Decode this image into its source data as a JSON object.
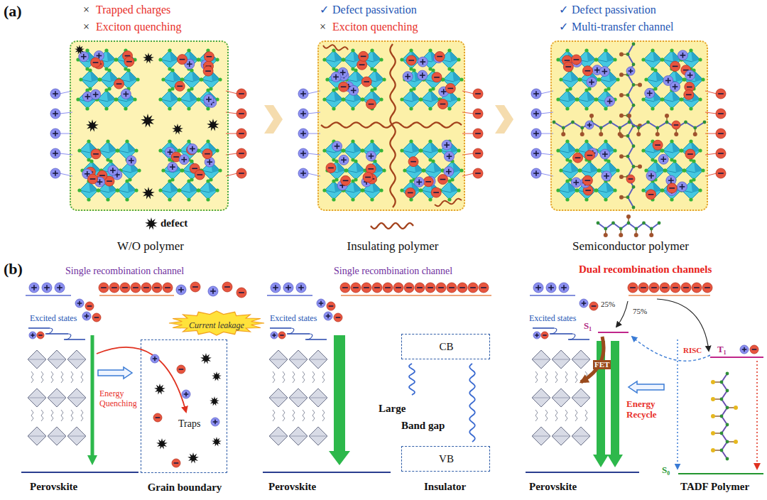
{
  "diagram": {
    "nodes": [
      {
        "text": [
          "W/O polymer"
        ]
      },
      {
        "text": [
          "Insulating polymer"
        ]
      },
      {
        "text": [
          "Semiconductor polymer"
        ]
      },
      {
        "text": [
          "Current leakage"
        ]
      },
      {
        "text": [
          "Traps",
          "Grain boundary"
        ]
      },
      {
        "text": [
          "CB"
        ]
      },
      {
        "text": [
          "VB"
        ]
      }
    ],
    "labels": [
      "(a)",
      "×",
      "Trapped charges",
      "×",
      "Exciton quenching",
      "✓",
      "Defect passivation",
      "×",
      "Exciton quenching",
      "✓",
      "Defect passivation",
      "✓",
      "Multi-transfer channel",
      "(b)",
      "Single recombination channel",
      "Excited states",
      "Energy Quenching",
      "Perovskite",
      "Single recombination channel",
      "Excited states",
      "Large",
      "Band gap",
      "Perovskite",
      "Insulator",
      "Dual recombination channels",
      "Excited states",
      "25%",
      "75%",
      "S₁",
      "T₁",
      "RISC",
      "FET",
      "Energy Recycle",
      "S₀",
      "Perovskite",
      "TADF Polymer"
    ],
    "legend": [
      {
        "text": "defect"
      }
    ]
  }
}
